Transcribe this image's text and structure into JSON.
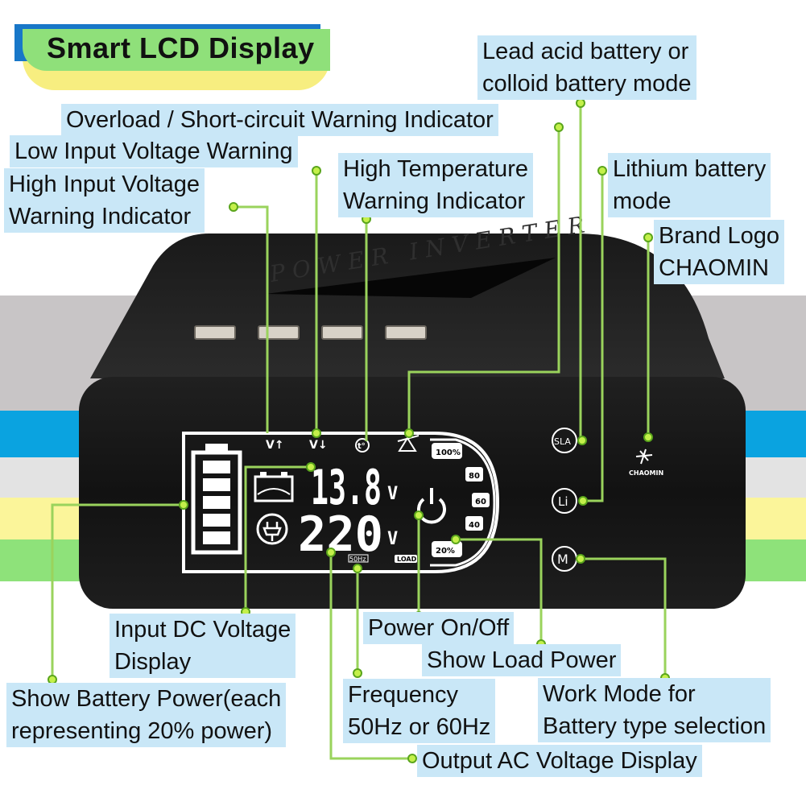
{
  "banner": {
    "title": "Smart LCD Display"
  },
  "device": {
    "top_print": "POWER INVERTER",
    "brand": "CHAOMIN",
    "buttons": {
      "sla": "SLA",
      "li": "Li",
      "mode": "M"
    }
  },
  "lcd": {
    "input_voltage": "13.8",
    "output_voltage": "220",
    "unit": "V",
    "frequency": "50Hz",
    "load_badge": "LOAD",
    "load_scale": [
      "100%",
      "80",
      "60",
      "40",
      "20%"
    ],
    "battery_bars": 5,
    "icons": [
      "high-voltage-icon",
      "low-voltage-icon",
      "temperature-icon",
      "overload-icon",
      "power-icon",
      "battery-icon",
      "plug-icon"
    ],
    "indicators": {
      "high_voltage": "V↑",
      "low_voltage": "V↓",
      "temperature": "t°"
    }
  },
  "callouts": {
    "lead_acid": [
      "Lead acid battery or",
      "colloid battery mode"
    ],
    "overload": [
      "Overload / Short-circuit Warning Indicator"
    ],
    "low_input": [
      "Low Input Voltage Warning"
    ],
    "high_temp": [
      "High Temperature",
      "Warning Indicator"
    ],
    "lithium": [
      "Lithium battery",
      "mode"
    ],
    "high_input": [
      "High Input Voltage",
      "Warning Indicator"
    ],
    "brand_logo": [
      "Brand Logo",
      "CHAOMIN"
    ],
    "input_dc": [
      "Input DC Voltage",
      "Display"
    ],
    "power_onoff": [
      "Power On/Off"
    ],
    "load_power": [
      "Show Load Power"
    ],
    "battery_power": [
      "Show Battery Power(each",
      "representing 20% power)"
    ],
    "frequency": [
      "Frequency",
      "50Hz or 60Hz"
    ],
    "work_mode": [
      "Work Mode for",
      "Battery type selection"
    ],
    "output_ac": [
      "Output AC Voltage Display"
    ]
  },
  "colors": {
    "stripe_gray": "#c8c5c6",
    "stripe_blue": "#0aa3e0",
    "stripe_light": "#e3e3e3",
    "stripe_yellow": "#fbf59a",
    "stripe_green": "#8ee27a",
    "callout_bg": "#c9e7f7",
    "lead_line": "#9ad35c",
    "banner_green": "#8fe07a",
    "banner_yellow": "#f7ee80"
  }
}
